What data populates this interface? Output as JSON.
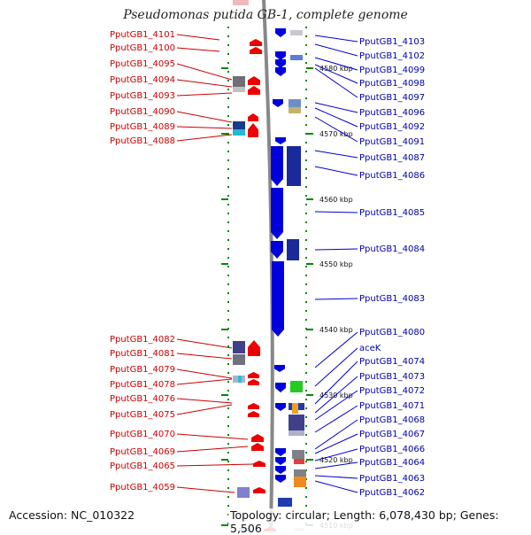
{
  "title": "Pseudomonas putida GB-1, complete genome",
  "footer": {
    "accession": "Accession: NC_010322",
    "topology": "Topology: circular; Length: 6,078,430 bp; Genes: 5,506"
  },
  "colors": {
    "forward_strand": "#ee0000",
    "reverse_strand": "#0000dd",
    "backbone": "#888888",
    "ticks": "#008800"
  },
  "scale": {
    "ticks": [
      {
        "label": "4580 kbp"
      },
      {
        "label": "4570 kbp"
      },
      {
        "label": "4560 kbp"
      },
      {
        "label": "4550 kbp"
      },
      {
        "label": "4540 kbp"
      },
      {
        "label": "4530 kbp"
      },
      {
        "label": "4520 kbp"
      },
      {
        "label": "4510 kbp"
      }
    ]
  },
  "left_labels": [
    "PputGB1_4101",
    "PputGB1_4100",
    "PputGB1_4095",
    "PputGB1_4094",
    "PputGB1_4093",
    "PputGB1_4090",
    "PputGB1_4089",
    "PputGB1_4088",
    "PputGB1_4082",
    "PputGB1_4081",
    "PputGB1_4079",
    "PputGB1_4078",
    "PputGB1_4076",
    "PputGB1_4075",
    "PputGB1_4070",
    "PputGB1_4069",
    "PputGB1_4065",
    "PputGB1_4059"
  ],
  "right_labels": [
    "PputGB1_4103",
    "PputGB1_4102",
    "PputGB1_4099",
    "PputGB1_4098",
    "PputGB1_4097",
    "PputGB1_4096",
    "PputGB1_4092",
    "PputGB1_4091",
    "PputGB1_4087",
    "PputGB1_4086",
    "PputGB1_4085",
    "PputGB1_4084",
    "PputGB1_4083",
    "PputGB1_4080",
    "aceK",
    "PputGB1_4074",
    "PputGB1_4073",
    "PputGB1_4072",
    "PputGB1_4071",
    "PputGB1_4068",
    "PputGB1_4067",
    "PputGB1_4066",
    "PputGB1_4064",
    "PputGB1_4063",
    "PputGB1_4062"
  ]
}
